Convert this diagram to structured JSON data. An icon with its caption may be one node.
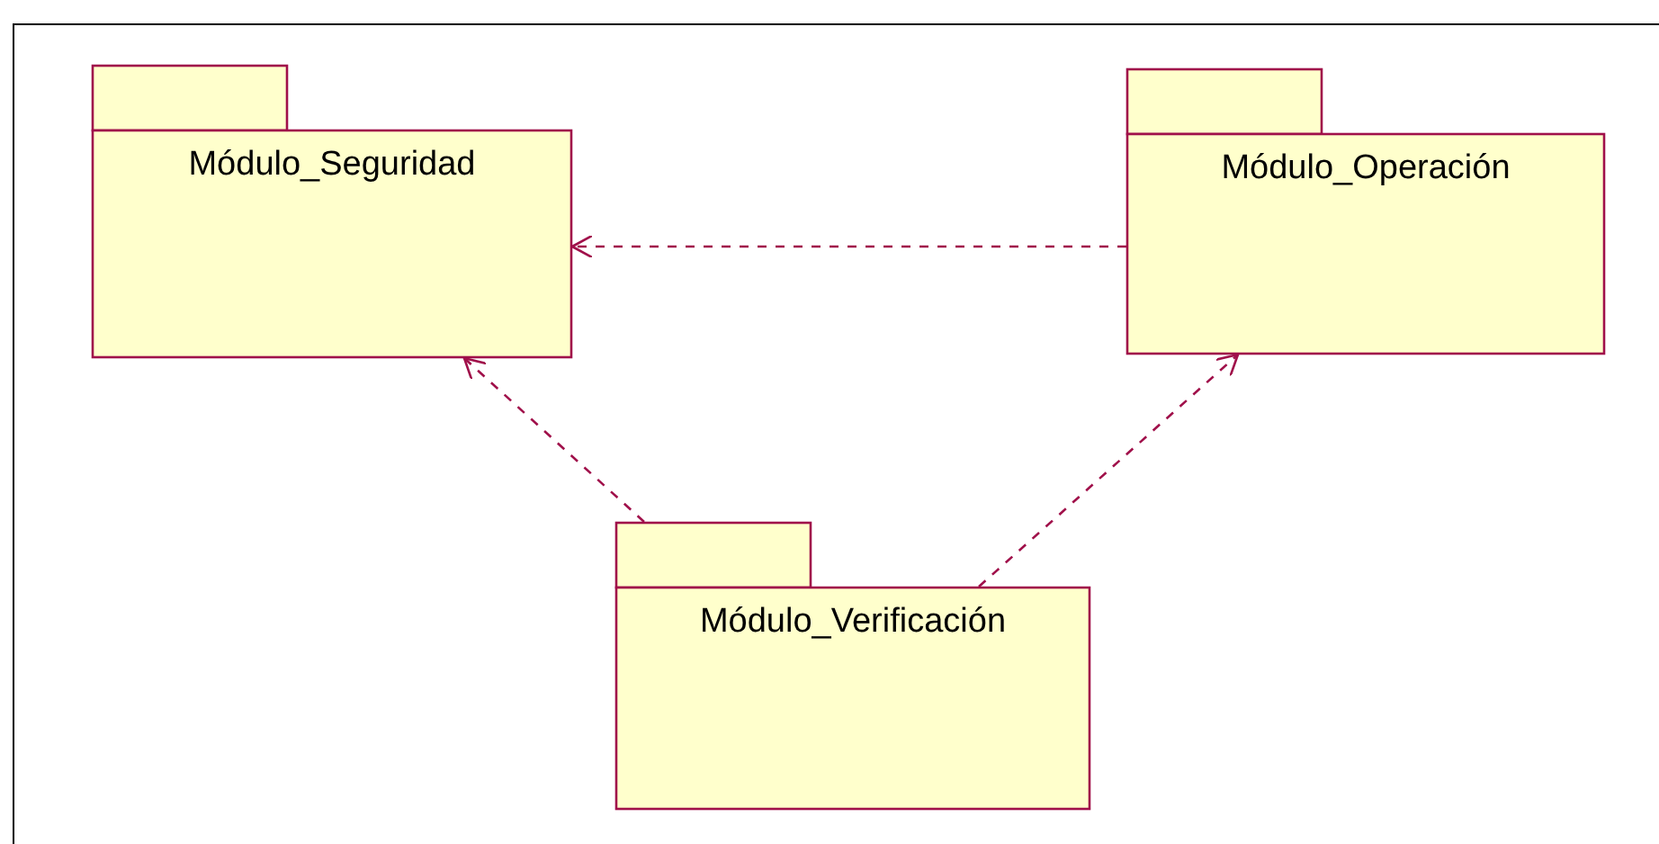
{
  "diagram": {
    "nodes": [
      {
        "text": [
          "Módulo_Seguridad"
        ]
      },
      {
        "text": [
          "Módulo_Operación"
        ]
      },
      {
        "text": [
          "Módulo_Verificación"
        ]
      }
    ],
    "edges": [
      {
        "from": 1,
        "to": 0,
        "arrow": "to",
        "style": "dashed"
      },
      {
        "from": 2,
        "to": 0,
        "arrow": "to",
        "style": "dashed"
      },
      {
        "from": 2,
        "to": 1,
        "arrow": "to",
        "style": "dashed"
      }
    ]
  }
}
